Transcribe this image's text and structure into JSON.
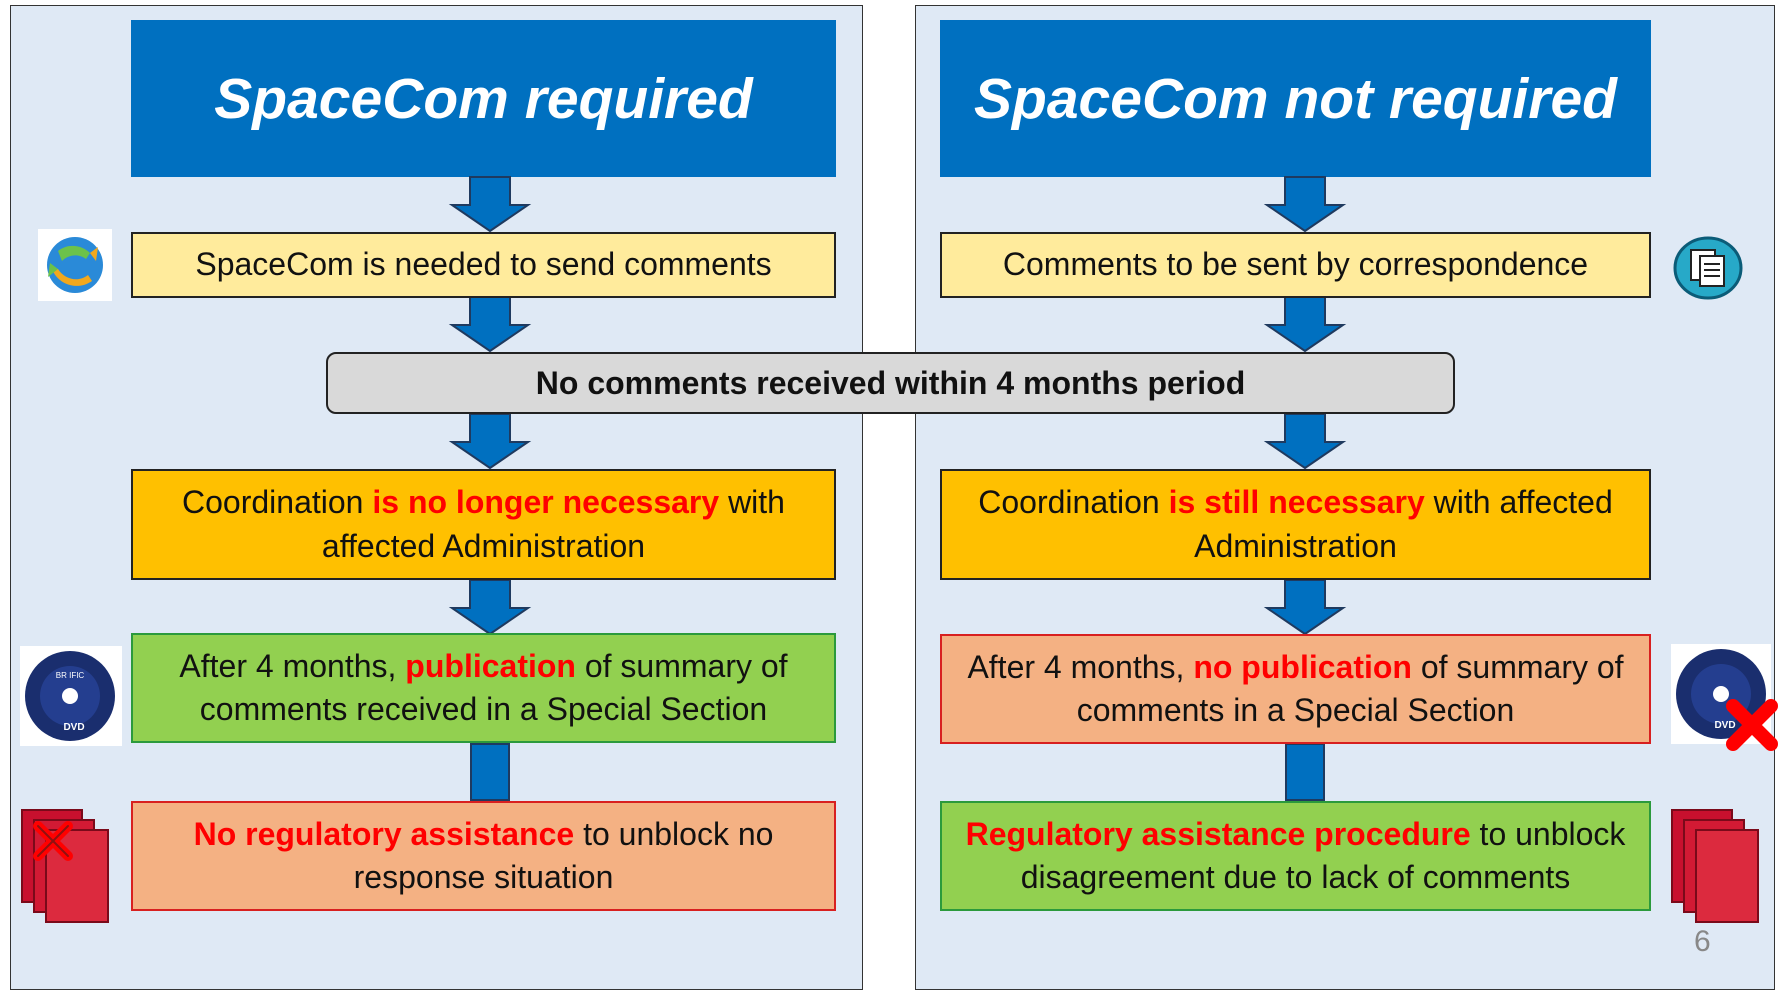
{
  "left": {
    "title": "SpaceCom required",
    "step1": "SpaceCom is needed to send comments",
    "step2": {
      "pre": "Coordination ",
      "highlight": "is no longer necessary",
      "post": " with affected Administration"
    },
    "step3": {
      "pre": "After 4 months, ",
      "highlight": "publication",
      "post": " of summary of comments received in a Special Section"
    },
    "step4": {
      "pre": "",
      "highlight": "No regulatory assistance",
      "post": " to unblock no response situation"
    }
  },
  "right": {
    "title": "SpaceCom not required",
    "step1": "Comments to be sent by correspondence",
    "step2": {
      "pre": "Coordination ",
      "highlight": "is still necessary",
      "post": " with affected Administration"
    },
    "step3": {
      "pre": "After 4 months, ",
      "highlight": "no publication",
      "post": " of summary of comments in a Special Section"
    },
    "step4": {
      "pre": "",
      "highlight": "Regulatory assistance procedure",
      "post": " to unblock disagreement due to lack of comments"
    }
  },
  "shared": "No comments received within 4 months period",
  "page_number": "6",
  "icons": [
    "globe-sync-icon",
    "documents-icon",
    "dvd-icon",
    "dvd-crossed-icon",
    "books-crossed-icon",
    "books-icon"
  ],
  "colors": {
    "header": "#0070c0",
    "highlight": "#ff0000",
    "green": "#92d050",
    "salmon": "#f4b183",
    "orange": "#ffc000",
    "yellow": "#ffeb9c"
  }
}
